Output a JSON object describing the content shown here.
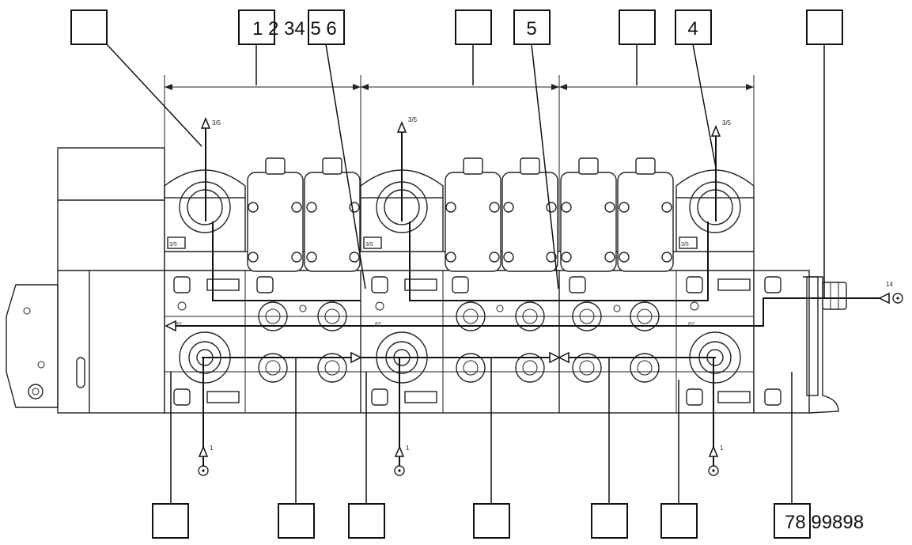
{
  "callouts_top": [
    {
      "text": ""
    },
    {
      "text": "1 2 34 5 6"
    },
    {
      "text": ""
    },
    {
      "text": "5"
    },
    {
      "text": ""
    },
    {
      "text": "4"
    },
    {
      "text": ""
    }
  ],
  "callouts_bottom": [
    {
      "text": ""
    },
    {
      "text": ""
    },
    {
      "text": ""
    },
    {
      "text": ""
    },
    {
      "text": ""
    },
    {
      "text": ""
    },
    {
      "text": "78  99898"
    }
  ],
  "port_labels": {
    "exhaust": "3/5",
    "supply": "1",
    "pilot": "14",
    "block_mark": "3/5",
    "small_mark": "82"
  }
}
